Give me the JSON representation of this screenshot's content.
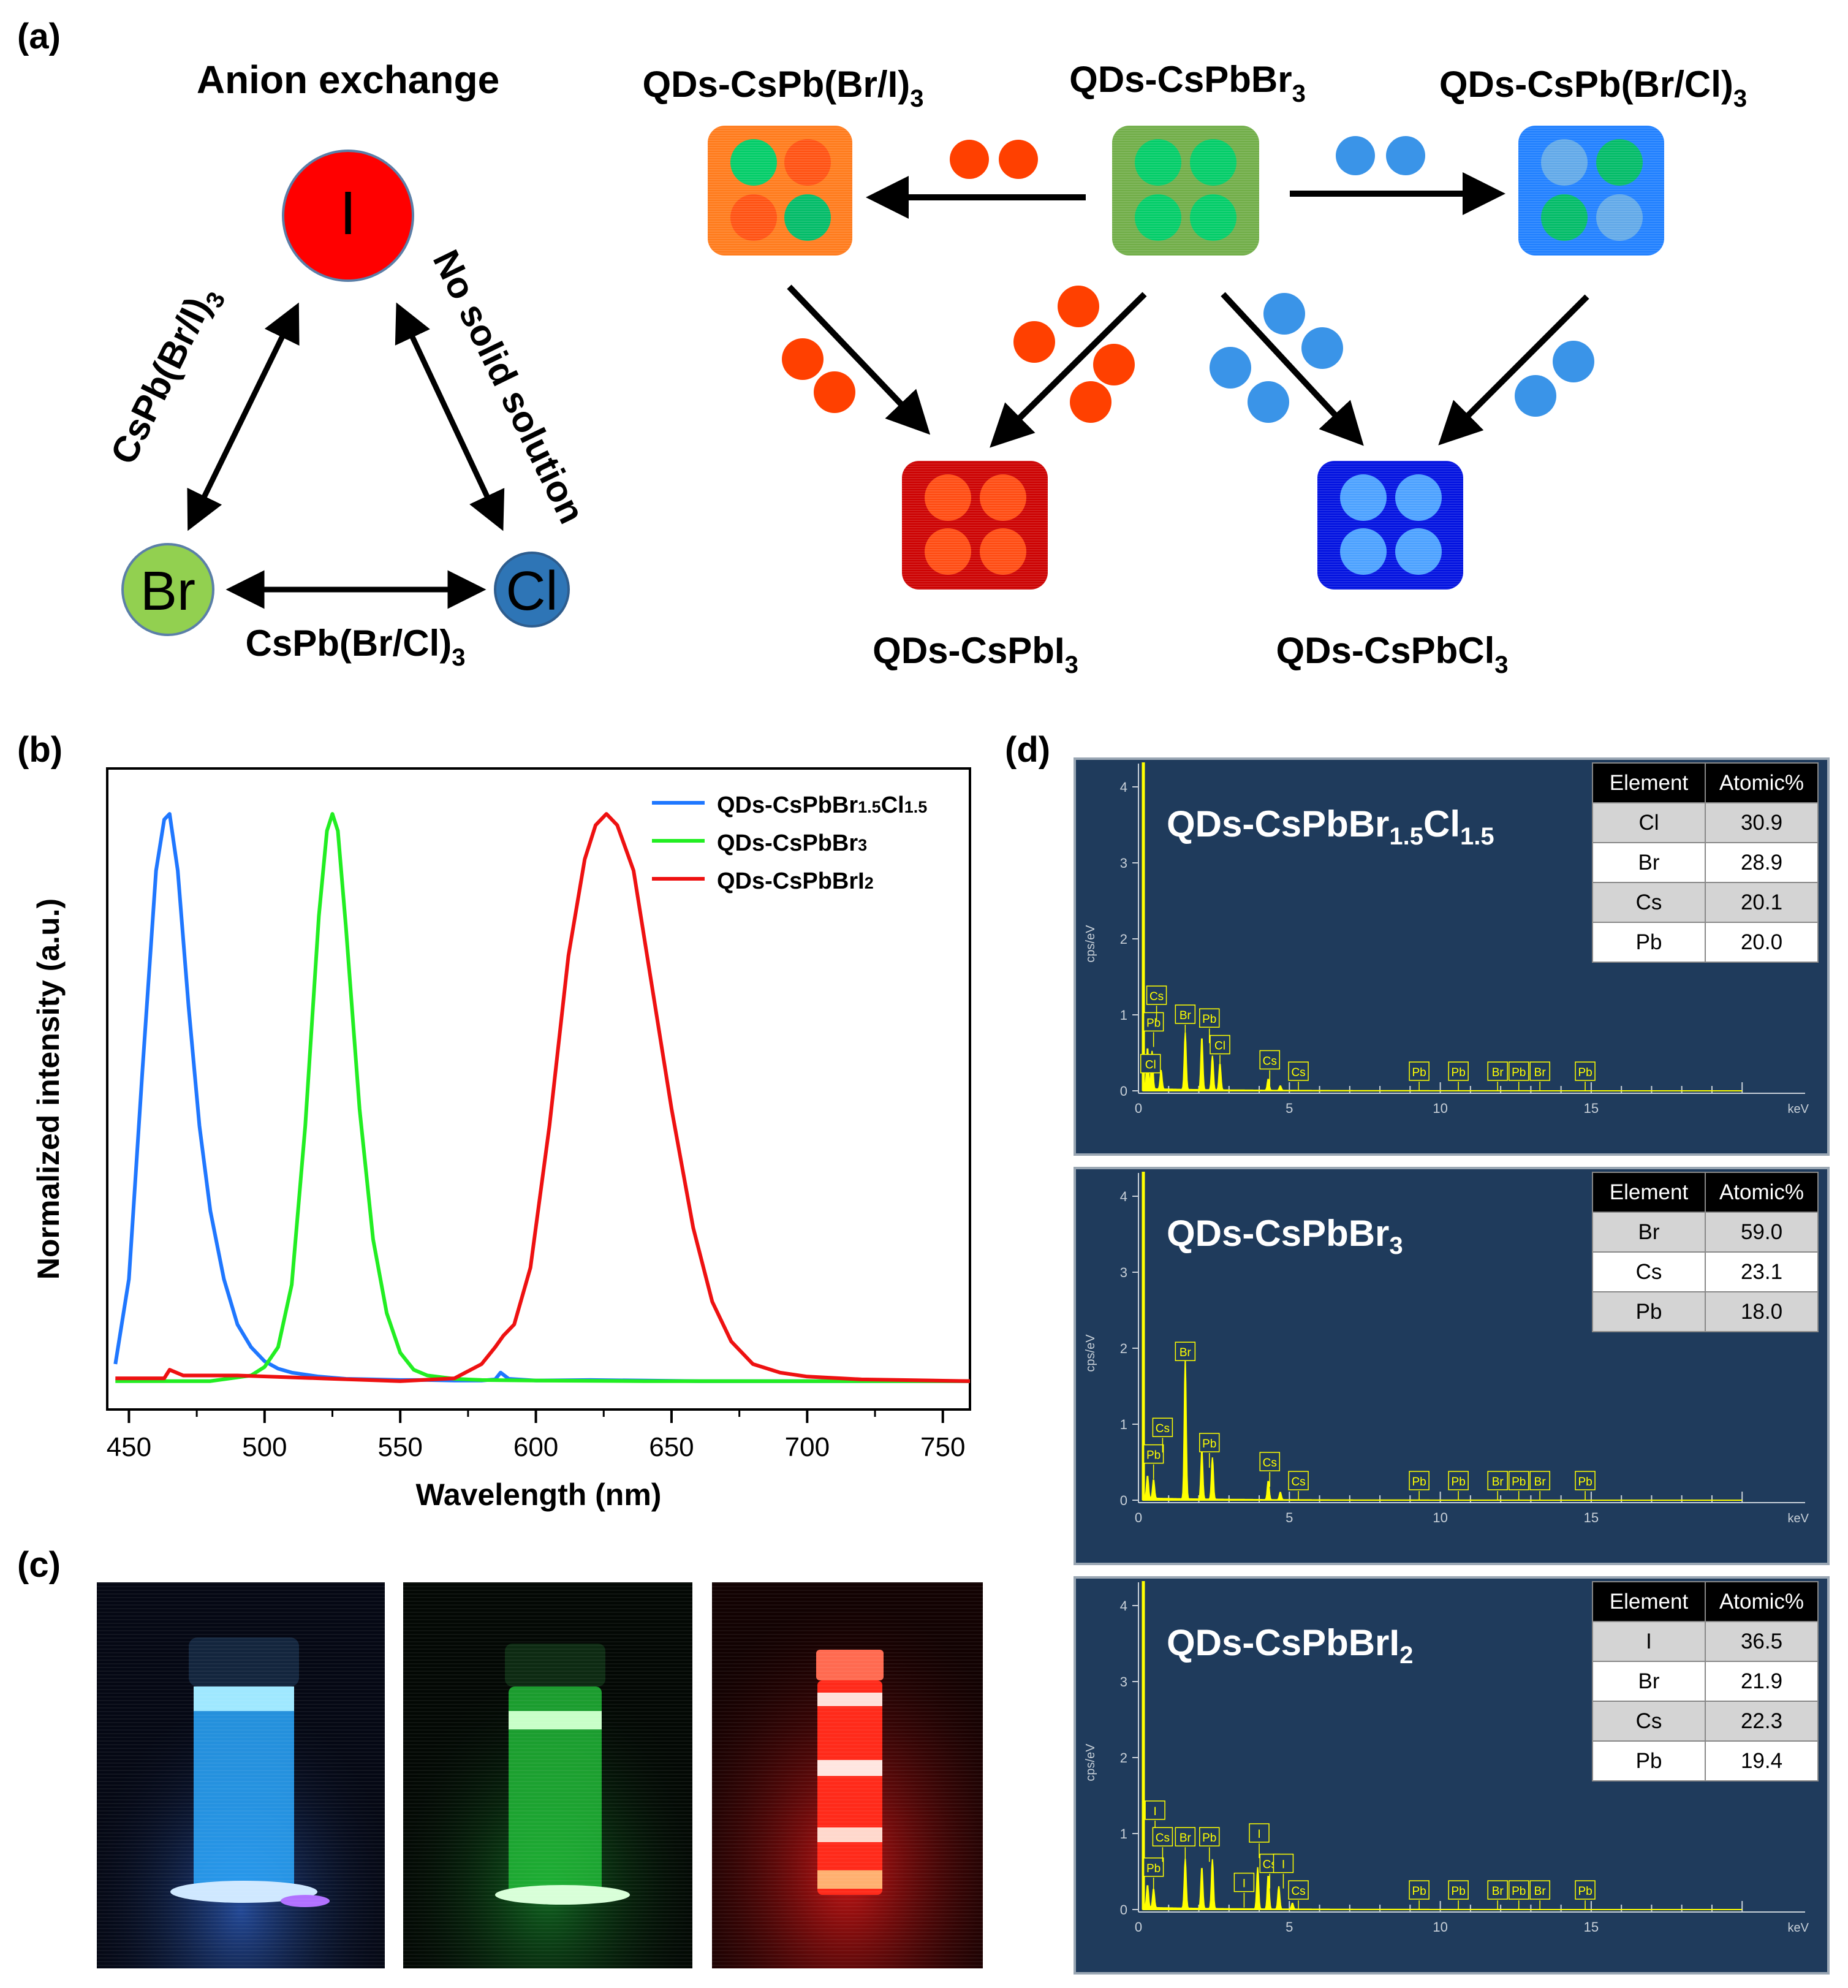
{
  "panel_a": {
    "letter": "(a)",
    "anion_title": "Anion exchange",
    "ions": {
      "i": "I",
      "br": "Br",
      "cl": "Cl"
    },
    "edges": {
      "left_main": "CsPb(Br/I)",
      "left_sub": "3",
      "right": "No solid solution",
      "bottom_main": "CsPb(Br/Cl)",
      "bottom_sub": "3"
    },
    "boxes": {
      "brI_main": "QDs-CsPb(Br/I)",
      "brI_sub": "3",
      "br_main": "QDs-CsPbBr",
      "br_sub": "3",
      "brCl_main": "QDs-CsPb(Br/Cl)",
      "brCl_sub": "3",
      "i_main": "QDs-CsPbI",
      "i_sub": "3",
      "cl_main": "QDs-CsPbCl",
      "cl_sub": "3"
    },
    "colors": {
      "i": "#ff0000",
      "br": "#92d050",
      "cl": "#2e75b6",
      "orange": "#ff7a1a",
      "green": "#70ad47",
      "blue_light": "#1f7fff",
      "red_dark": "#cc0000",
      "blue_dark": "#0010e0"
    }
  },
  "panel_b": {
    "letter": "(b)"
  },
  "panel_c": {
    "letter": "(c)"
  },
  "panel_d": {
    "letter": "(d)",
    "spectra": [
      {
        "title_main": "QDs-CsPbBr",
        "title_sub1": "1.5",
        "title_mid": "Cl",
        "title_sub2": "1.5",
        "header": [
          "Element",
          "Atomic%"
        ],
        "rows": [
          [
            "Cl",
            "30.9"
          ],
          [
            "Br",
            "28.9"
          ],
          [
            "Cs",
            "20.1"
          ],
          [
            "Pb",
            "20.0"
          ]
        ]
      },
      {
        "title_main": "QDs-CsPbBr",
        "title_sub1": "3",
        "title_mid": "",
        "title_sub2": "",
        "header": [
          "Element",
          "Atomic%"
        ],
        "rows": [
          [
            "Br",
            "59.0"
          ],
          [
            "Cs",
            "23.1"
          ],
          [
            "Pb",
            "18.0"
          ]
        ]
      },
      {
        "title_main": "QDs-CsPbBrI",
        "title_sub1": "2",
        "title_mid": "",
        "title_sub2": "",
        "header": [
          "Element",
          "Atomic%"
        ],
        "rows": [
          [
            "I",
            "36.5"
          ],
          [
            "Br",
            "21.9"
          ],
          [
            "Cs",
            "22.3"
          ],
          [
            "Pb",
            "19.4"
          ]
        ]
      }
    ],
    "axis": {
      "ylabel": "cps/eV",
      "xunit": "keV",
      "yticks": [
        "0",
        "1",
        "2",
        "3",
        "4"
      ],
      "xticks": [
        "0",
        "5",
        "10",
        "15"
      ]
    },
    "peak_labels": [
      [
        {
          "t": "Pb",
          "e": 0.5,
          "lv": 0.9
        },
        {
          "t": "Cs",
          "e": 0.6,
          "lv": 1.25
        },
        {
          "t": "Cl",
          "e": 0.4,
          "lv": 0.35
        },
        {
          "t": "Br",
          "e": 1.55,
          "lv": 1.0
        },
        {
          "t": "Pb",
          "e": 2.35,
          "lv": 0.95
        },
        {
          "t": "Cl",
          "e": 2.7,
          "lv": 0.6
        },
        {
          "t": "Cs",
          "e": 4.35,
          "lv": 0.4
        },
        {
          "t": "Cs",
          "e": 5.3,
          "lv": 0.25
        },
        {
          "t": "Pb",
          "e": 9.3,
          "lv": 0.25
        },
        {
          "t": "Pb",
          "e": 10.6,
          "lv": 0.25
        },
        {
          "t": "Br",
          "e": 11.9,
          "lv": 0.25
        },
        {
          "t": "Pb",
          "e": 12.6,
          "lv": 0.25
        },
        {
          "t": "Br",
          "e": 13.3,
          "lv": 0.25
        },
        {
          "t": "Pb",
          "e": 14.8,
          "lv": 0.25
        }
      ],
      [
        {
          "t": "Pb",
          "e": 0.5,
          "lv": 0.6
        },
        {
          "t": "Cs",
          "e": 0.8,
          "lv": 0.95
        },
        {
          "t": "Br",
          "e": 1.55,
          "lv": 1.95
        },
        {
          "t": "Pb",
          "e": 2.35,
          "lv": 0.75
        },
        {
          "t": "Cs",
          "e": 4.35,
          "lv": 0.5
        },
        {
          "t": "Cs",
          "e": 5.3,
          "lv": 0.25
        },
        {
          "t": "Pb",
          "e": 9.3,
          "lv": 0.25
        },
        {
          "t": "Pb",
          "e": 10.6,
          "lv": 0.25
        },
        {
          "t": "Br",
          "e": 11.9,
          "lv": 0.25
        },
        {
          "t": "Pb",
          "e": 12.6,
          "lv": 0.25
        },
        {
          "t": "Br",
          "e": 13.3,
          "lv": 0.25
        },
        {
          "t": "Pb",
          "e": 14.8,
          "lv": 0.25
        }
      ],
      [
        {
          "t": "Pb",
          "e": 0.5,
          "lv": 0.55
        },
        {
          "t": "I",
          "e": 0.55,
          "lv": 1.3
        },
        {
          "t": "Cs",
          "e": 0.8,
          "lv": 0.95
        },
        {
          "t": "Br",
          "e": 1.55,
          "lv": 0.95
        },
        {
          "t": "Pb",
          "e": 2.35,
          "lv": 0.95
        },
        {
          "t": "I",
          "e": 3.5,
          "lv": 0.35
        },
        {
          "t": "I",
          "e": 4.0,
          "lv": 1.0
        },
        {
          "t": "Cs",
          "e": 4.35,
          "lv": 0.6
        },
        {
          "t": "I",
          "e": 4.8,
          "lv": 0.6
        },
        {
          "t": "Cs",
          "e": 5.3,
          "lv": 0.25
        },
        {
          "t": "Pb",
          "e": 9.3,
          "lv": 0.25
        },
        {
          "t": "Pb",
          "e": 10.6,
          "lv": 0.25
        },
        {
          "t": "Br",
          "e": 11.9,
          "lv": 0.25
        },
        {
          "t": "Pb",
          "e": 12.6,
          "lv": 0.25
        },
        {
          "t": "Br",
          "e": 13.3,
          "lv": 0.25
        },
        {
          "t": "Pb",
          "e": 14.8,
          "lv": 0.25
        }
      ]
    ]
  },
  "chart_data": {
    "type": "line",
    "xlabel": "Wavelength (nm)",
    "ylabel": "Normalized intensity (a.u.)",
    "xlim": [
      442,
      760
    ],
    "ylim": [
      -0.05,
      1.08
    ],
    "xticks": [
      450,
      500,
      550,
      600,
      650,
      700,
      750
    ],
    "legend_position": "top-right",
    "series": [
      {
        "name_main": "QDs-CsPbBr",
        "name_sub1": "1.5",
        "name_mid": "Cl",
        "name_sub2": "1.5",
        "color": "#1f77ff",
        "x": [
          445,
          450,
          455,
          460,
          463,
          465,
          468,
          472,
          476,
          480,
          485,
          490,
          495,
          500,
          505,
          510,
          520,
          530,
          540,
          550,
          560,
          570,
          580,
          585,
          587,
          590,
          600,
          620,
          640,
          660,
          700,
          760
        ],
        "y": [
          0.03,
          0.18,
          0.55,
          0.9,
          0.99,
          1.0,
          0.9,
          0.66,
          0.45,
          0.3,
          0.18,
          0.1,
          0.06,
          0.035,
          0.022,
          0.015,
          0.008,
          0.004,
          0.003,
          0.002,
          0.002,
          0.001,
          0.001,
          0.003,
          0.015,
          0.004,
          0.001,
          0.002,
          0.001,
          0.0,
          0.0,
          0.0
        ]
      },
      {
        "name_main": "QDs-CsPbBr",
        "name_sub1": "3",
        "name_mid": "",
        "name_sub2": "",
        "color": "#22ee22",
        "x": [
          445,
          460,
          480,
          495,
          500,
          505,
          510,
          515,
          520,
          523,
          525,
          527,
          530,
          535,
          540,
          545,
          550,
          555,
          560,
          570,
          580,
          600,
          640,
          700,
          760
        ],
        "y": [
          0.0,
          0.0,
          0.0,
          0.01,
          0.025,
          0.06,
          0.17,
          0.45,
          0.82,
          0.97,
          1.0,
          0.97,
          0.8,
          0.48,
          0.25,
          0.12,
          0.05,
          0.02,
          0.01,
          0.004,
          0.002,
          0.001,
          0.0,
          0.0,
          0.0
        ]
      },
      {
        "name_main": "QDs-CsPbBrI",
        "name_sub1": "2",
        "name_mid": "",
        "name_sub2": "",
        "color": "#ee1111",
        "x": [
          445,
          463,
          465,
          470,
          490,
          520,
          550,
          570,
          580,
          585,
          588,
          592,
          598,
          605,
          612,
          618,
          622,
          626,
          630,
          636,
          642,
          650,
          658,
          665,
          672,
          680,
          690,
          700,
          720,
          760
        ],
        "y": [
          0.005,
          0.005,
          0.02,
          0.01,
          0.01,
          0.005,
          0.0,
          0.005,
          0.03,
          0.06,
          0.08,
          0.1,
          0.2,
          0.45,
          0.75,
          0.92,
          0.98,
          1.0,
          0.98,
          0.9,
          0.72,
          0.48,
          0.27,
          0.14,
          0.07,
          0.03,
          0.015,
          0.008,
          0.003,
          0.0
        ]
      }
    ]
  }
}
